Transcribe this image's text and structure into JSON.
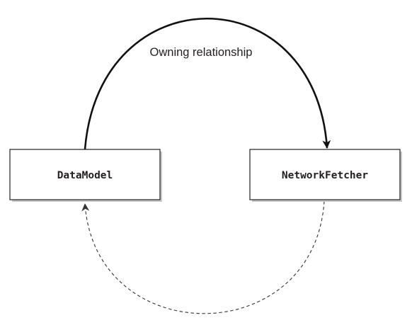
{
  "nodes": {
    "data_model": {
      "label": "DataModel"
    },
    "network_fetcher": {
      "label": "NetworkFetcher"
    }
  },
  "edges": {
    "owning": {
      "label": "Owning relationship",
      "style": "solid"
    },
    "back_reference": {
      "label": "",
      "style": "dashed"
    }
  },
  "colors": {
    "stroke": "#231f20",
    "background": "#ffffff",
    "shadow": "#c8c8c8"
  }
}
